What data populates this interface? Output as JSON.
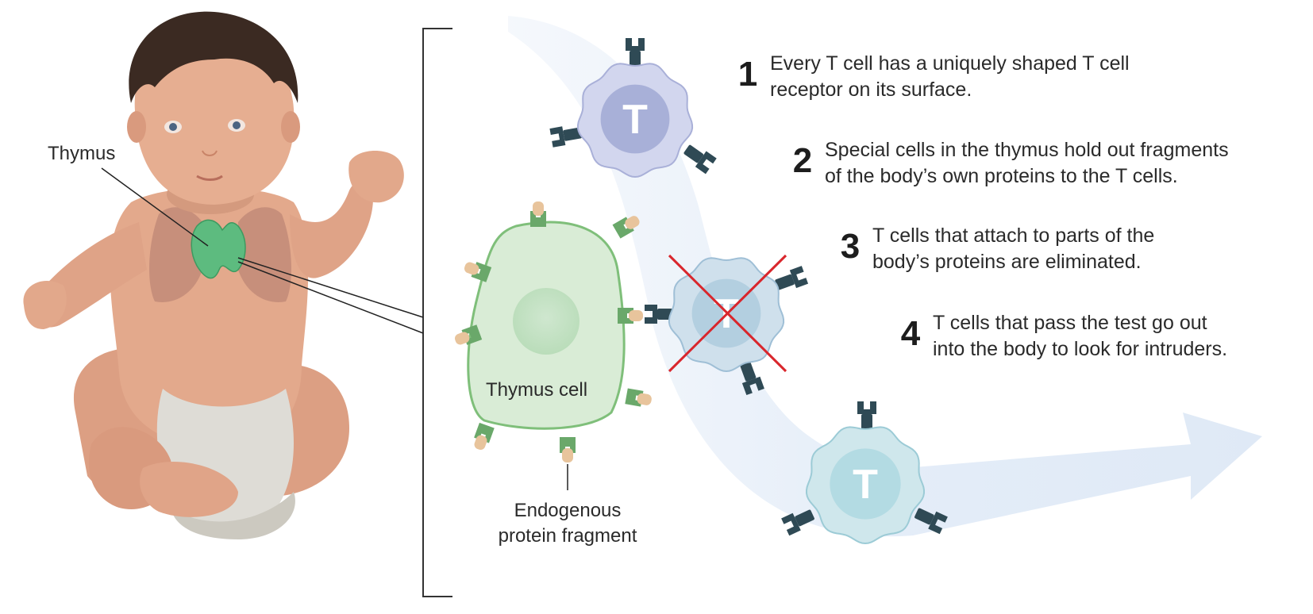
{
  "labels": {
    "thymus": "Thymus",
    "thymus_cell": "Thymus cell",
    "endogenous_line1": "Endogenous",
    "endogenous_line2": "protein fragment",
    "t_letter": "T"
  },
  "steps": [
    {
      "num": "1",
      "line1": "Every T cell has a uniquely shaped T cell",
      "line2": "receptor on its surface."
    },
    {
      "num": "2",
      "line1": "Special cells in the thymus hold out fragments",
      "line2": "of the body’s own proteins to the T cells."
    },
    {
      "num": "3",
      "line1": "T cells that attach to parts of the",
      "line2": "body’s proteins are eliminated."
    },
    {
      "num": "4",
      "line1": "T cells that pass the test go out",
      "line2": "into the body to look for intruders."
    }
  ],
  "colors": {
    "skin": "#e3a98c",
    "skin_shadow": "#cf8f72",
    "hair": "#3b2a22",
    "diaper": "#dedcd6",
    "thymus_green": "#5dbb7f",
    "lung": "#b07a6e",
    "thymus_cell_fill": "#d9ecd6",
    "thymus_cell_border": "#7fbf7a",
    "receptor_dark": "#2f4a55",
    "fragment_tan": "#e8c49c",
    "mhc_green": "#6aa86a",
    "tcell_purple": "#bcc3e3",
    "tcell_purple_nucleus": "#a8b0d8",
    "tcell_blue": "#b9d3e3",
    "tcell_teal": "#b9dde3",
    "elim_cross": "#d9262c",
    "arrow_band": "#e6eef8",
    "bracket": "#333333"
  }
}
